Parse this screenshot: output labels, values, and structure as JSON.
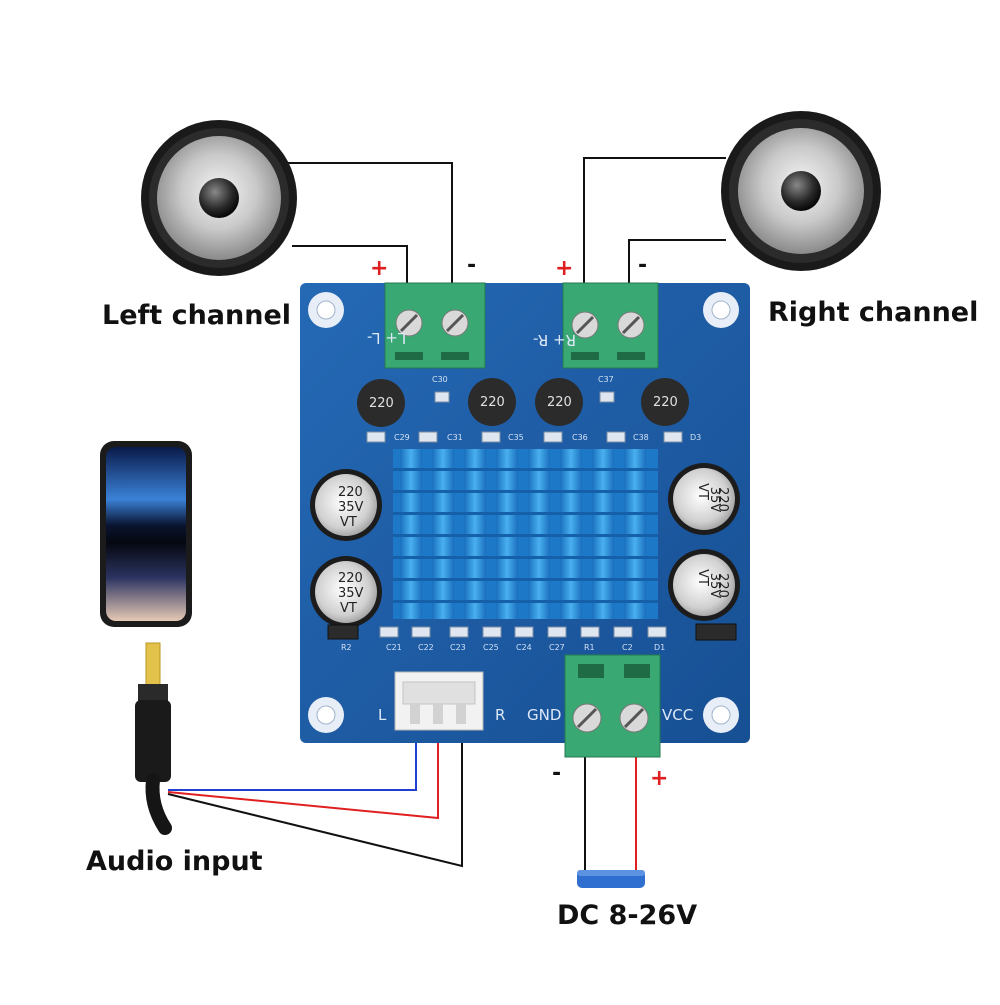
{
  "labels": {
    "left_channel": "Left channel",
    "right_channel": "Right channel",
    "audio_input": "Audio input",
    "power": "DC 8-26V"
  },
  "polarity": {
    "left_plus": "+",
    "left_minus": "-",
    "right_plus": "+",
    "right_minus": "-",
    "power_minus": "-",
    "power_plus": "+"
  },
  "board": {
    "left_out": "L+   L-",
    "right_out": "R+   R-",
    "in_l": "L",
    "in_r": "R",
    "gnd": "GND",
    "vcc": "VCC",
    "inductor_value": "220",
    "cap_value": "220",
    "cap_voltage": "35V",
    "cap_brand": "VT",
    "silk": [
      "C30",
      "C37",
      "C29",
      "C31",
      "C35",
      "C36",
      "C38",
      "D3",
      "R2",
      "C21",
      "C22",
      "C23",
      "C25",
      "C24",
      "C27",
      "R1",
      "C2",
      "D1"
    ]
  },
  "colors": {
    "board": "#1f5fa8",
    "heatsink": "#2b8fd6",
    "terminal": "#3aa873",
    "plus": "#e02020",
    "wire_blue": "#1f3fd0",
    "wire_red": "#e02020",
    "wire_black": "#111111"
  },
  "icons": [
    "speaker-icon",
    "smartphone-icon",
    "audio-plug-icon",
    "dc-barrel-icon",
    "heatsink-icon"
  ]
}
